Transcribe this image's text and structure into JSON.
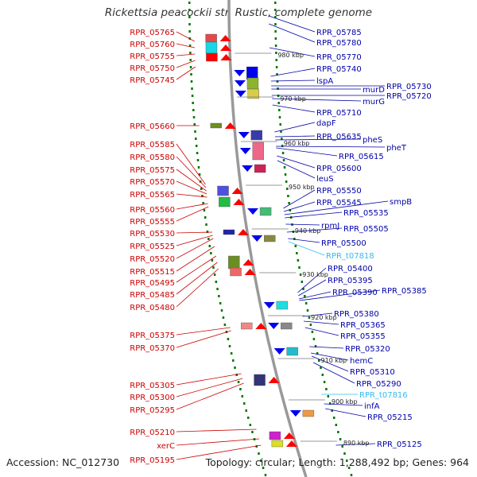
{
  "title": "Rickettsia peacockii str. Rustic, complete genome",
  "accession": "Accession: NC_012730",
  "topology": "Topology: circular; Length: 1,288,492 bp; Genes: 964",
  "colors": {
    "left_label": "#cc0000",
    "right_label": "#0000aa",
    "rna_label": "#33bbee",
    "ruler": "#999999",
    "tick": "#007700"
  },
  "kbp_labels": [
    "980 kbp",
    "970 kbp",
    "960 kbp",
    "950 kbp",
    "940 kbp",
    "930 kbp",
    "920 kbp",
    "910 kbp",
    "900 kbp",
    "890 kbp"
  ],
  "left_labels": [
    "RPR_05765",
    "RPR_05760",
    "RPR_05755",
    "RPR_05750",
    "RPR_05745",
    "RPR_05660",
    "RPR_05585",
    "RPR_05580",
    "RPR_05575",
    "RPR_05570",
    "RPR_05565",
    "RPR_05560",
    "RPR_05555",
    "RPR_05530",
    "RPR_05525",
    "RPR_05520",
    "RPR_05515",
    "RPR_05495",
    "RPR_05485",
    "RPR_05480",
    "RPR_05375",
    "RPR_05370",
    "RPR_05305",
    "RPR_05300",
    "RPR_05295",
    "RPR_05210",
    "xerC",
    "RPR_05195"
  ],
  "right_labels": [
    "RPR_05785",
    "RPR_05780",
    "RPR_05770",
    "RPR_05740",
    "lspA",
    "RPR_05730",
    "murD",
    "RPR_05720",
    "murG",
    "RPR_05710",
    "dapF",
    "RPR_05635",
    "pheS",
    "pheT",
    "RPR_05615",
    "RPR_05600",
    "leuS",
    "RPR_05550",
    "RPR_05545",
    "smpB",
    "RPR_05535",
    "rpmJ",
    "RPR_05505",
    "RPR_05500",
    "RPR_t07818",
    "RPR_05400",
    "RPR_05395",
    "RPR_05390",
    "RPR_05385",
    "RPR_05380",
    "RPR_05365",
    "RPR_05355",
    "RPR_05320",
    "hemC",
    "RPR_05310",
    "RPR_05290",
    "RPR_t07816",
    "infA",
    "RPR_05215",
    "RPR_05125"
  ]
}
